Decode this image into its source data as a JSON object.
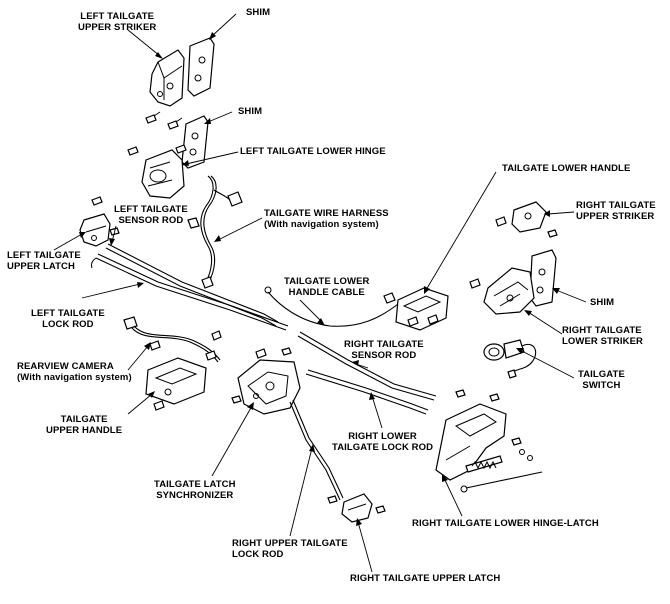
{
  "labels": {
    "shim_top": "SHIM",
    "left_upper_striker": "LEFT TAILGATE\nUPPER STRIKER",
    "shim_mid": "SHIM",
    "left_lower_hinge": "LEFT TAILGATE LOWER HINGE",
    "left_sensor_rod": "LEFT TAILGATE\nSENSOR ROD",
    "wire_harness": "TAILGATE WIRE HARNESS\n(With navigation system)",
    "left_upper_latch": "LEFT TAILGATE\nUPPER LATCH",
    "tailgate_lower_handle": "TAILGATE LOWER HANDLE",
    "right_upper_striker": "RIGHT TAILGATE\nUPPER STRIKER",
    "lower_handle_cable": "TAILGATE LOWER\nHANDLE CABLE",
    "left_lock_rod": "LEFT TAILGATE\nLOCK ROD",
    "shim_right": "SHIM",
    "right_lower_striker": "RIGHT TAILGATE\nLOWER STRIKER",
    "right_sensor_rod": "RIGHT TAILGATE\nSENSOR ROD",
    "rearview_camera": "REARVIEW CAMERA\n(With navigation system)",
    "tailgate_switch": "TAILGATE\nSWITCH",
    "tailgate_upper_handle": "TAILGATE\nUPPER HANDLE",
    "right_lower_lock_rod": "RIGHT LOWER\nTAILGATE LOCK ROD",
    "latch_synchronizer": "TAILGATE LATCH\nSYNCHRONIZER",
    "right_lower_hinge_latch": "RIGHT TAILGATE LOWER HINGE-LATCH",
    "right_upper_lock_rod": "RIGHT UPPER TAILGATE\nLOCK ROD",
    "right_upper_latch": "RIGHT TAILGATE UPPER LATCH"
  }
}
